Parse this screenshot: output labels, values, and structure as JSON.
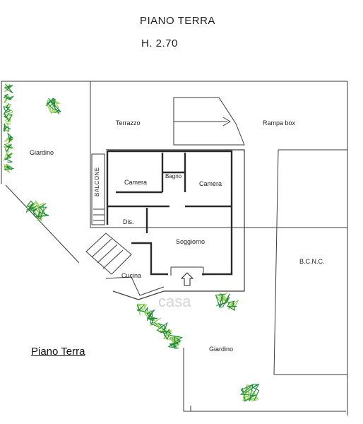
{
  "plan": {
    "title": "PIANO TERRA",
    "height_label": "H. 2.70",
    "caption": "Piano Terra",
    "watermark": "casa",
    "rooms": {
      "giardino_nw": "Giardino",
      "terrazzo": "Terrazzo",
      "rampa_box": "Rampa box",
      "balcone": "BALCONE",
      "camera_left": "Camera",
      "bagno": "Bagno",
      "camera_right": "Camera",
      "dis": "Dis.",
      "soggiorno": "Soggiorno",
      "cucina": "Cucina",
      "bcnc": "B.C.N.C.",
      "giardino_se": "Giardino"
    }
  },
  "colors": {
    "line": "#3a3a3a",
    "wall": "#2a2a2a",
    "greenery_light": "#8fd14f",
    "greenery_dark": "#1f8a3a",
    "watermark": "#d0d0d0"
  },
  "icons": {
    "entrance": "entrance-arrow-icon",
    "shrub": "shrub-icon"
  }
}
